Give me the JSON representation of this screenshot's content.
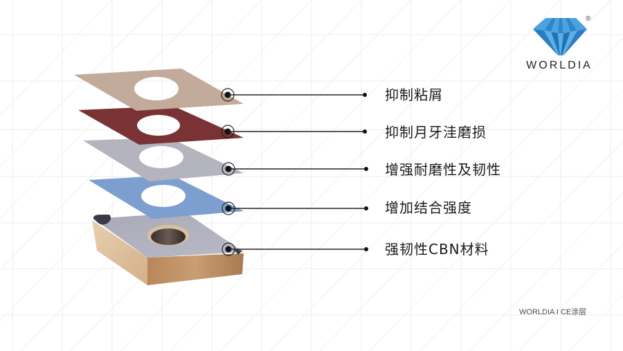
{
  "brand": {
    "name": "WORLDIA",
    "registered_mark": "®",
    "logo_colors": {
      "light": "#4aa3df",
      "dark": "#1f73b8"
    }
  },
  "footer": {
    "text": "WORLDIA  I CE涂层"
  },
  "layers": [
    {
      "id": "top-coating",
      "color": "#c2ab9a",
      "label": "抑制粘屑"
    },
    {
      "id": "red-coating",
      "color": "#7a3234",
      "label": "抑制月牙洼磨损"
    },
    {
      "id": "grey-coating",
      "color": "#b4b4be",
      "label": "增强耐磨性及韧性"
    },
    {
      "id": "blue-coating",
      "color": "#7c9fcf",
      "label": "增加结合强度"
    },
    {
      "id": "cbn-substrate",
      "color": "#c9a27a",
      "label": "强韧性CBN材料"
    }
  ],
  "colors": {
    "grid": "#ececee",
    "leader": "#222222",
    "background": "#ffffff"
  }
}
